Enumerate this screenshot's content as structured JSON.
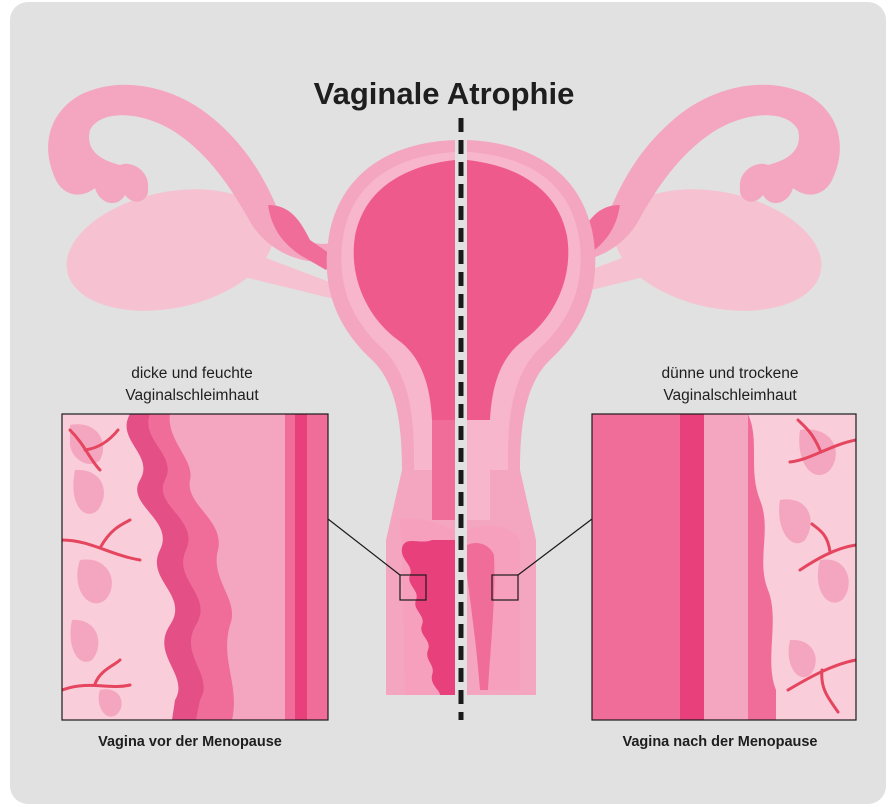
{
  "title": "Vaginale Atrophie",
  "left": {
    "caption_line1": "dicke und feuchte",
    "caption_line2": "Vaginalschleimhaut",
    "footer": "Vagina vor der Menopause"
  },
  "right": {
    "caption_line1": "dünne und trockene",
    "caption_line2": "Vaginalschleimhaut",
    "footer": "Vagina nach der Menopause"
  },
  "colors": {
    "background": "#e1e1e1",
    "tissue_light": "#f4a6c0",
    "tissue_pale": "#f6c1d1",
    "uterus_cavity": "#ef5a8c",
    "mucosa": "#e8407a",
    "vessel": "#e5455e",
    "divider": "#1a1a1a"
  }
}
